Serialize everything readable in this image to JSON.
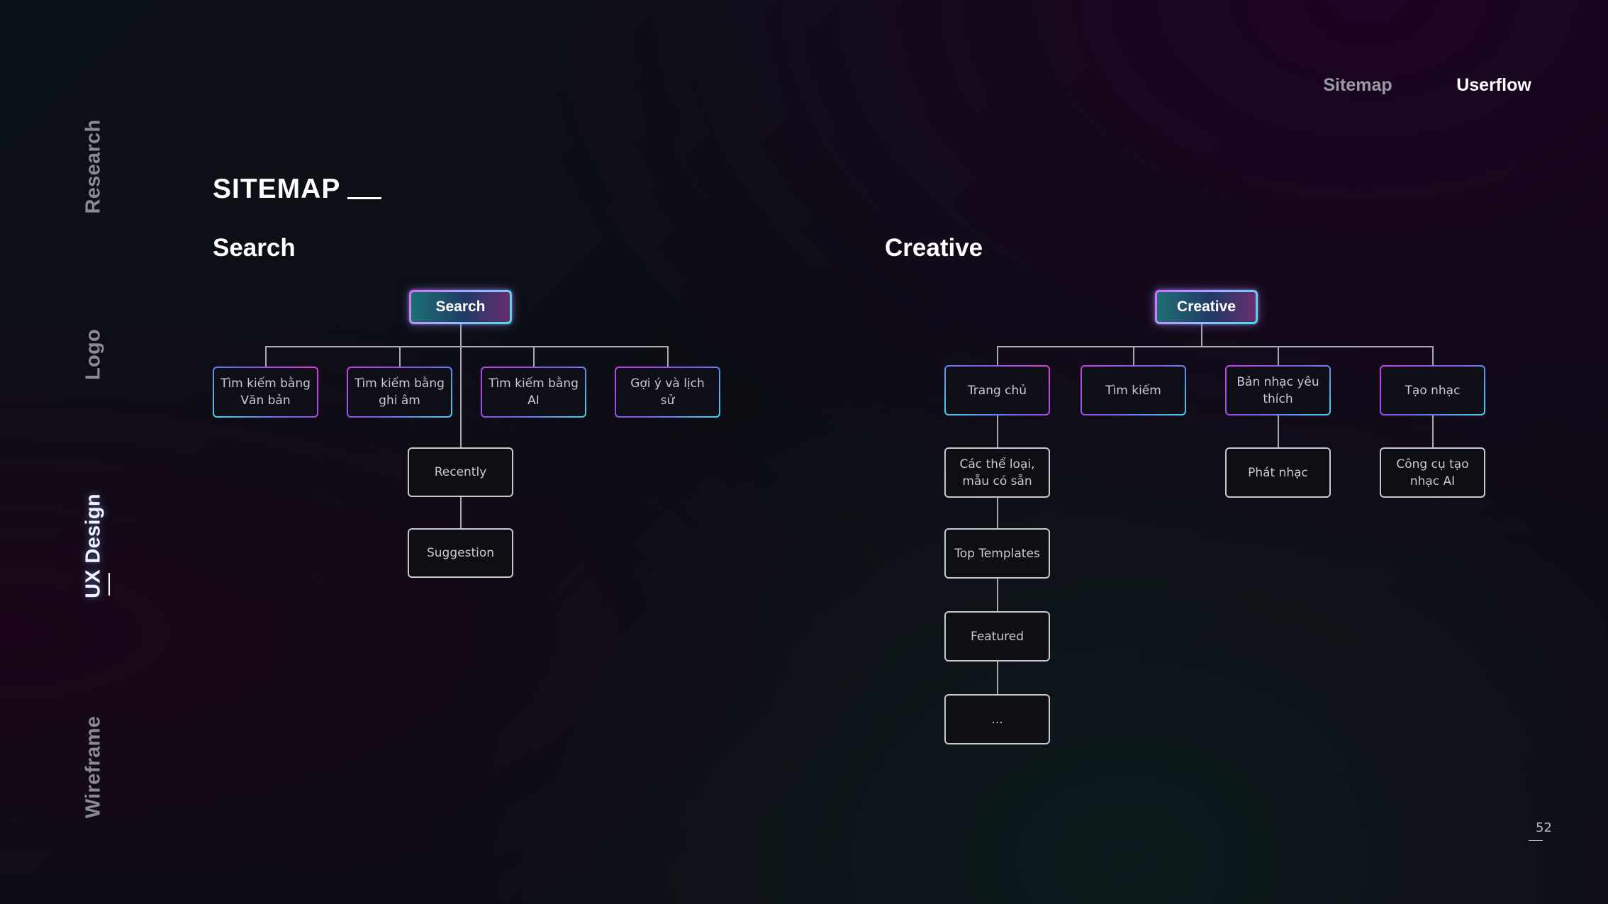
{
  "side_nav": {
    "items": [
      {
        "label": "Research"
      },
      {
        "label": "Logo"
      },
      {
        "label": "UX Design"
      },
      {
        "label": "Wireframe"
      }
    ]
  },
  "top_nav": {
    "sitemap": "Sitemap",
    "userflow": "Userflow"
  },
  "page_title": "SITEMAP",
  "search_section": {
    "title": "Search",
    "root": "Search",
    "children": [
      "Tìm kiếm bằng Văn bản",
      "Tìm kiếm bằng ghi âm",
      "Tìm kiếm bằng AI",
      "Gợi ý và lịch sử"
    ],
    "recently": "Recently",
    "suggestion": "Suggestion"
  },
  "creative_section": {
    "title": "Creative",
    "root": "Creative",
    "children": [
      "Trang chủ",
      "Tìm kiếm",
      "Bản nhạc yêu thích",
      "Tạo nhạc"
    ],
    "home_chain": [
      "Các thể loại, mẫu có sẵn",
      "Top Templates",
      "Featured",
      "..."
    ],
    "play_music": "Phát nhạc",
    "ai_tool": "Công cụ tạo nhạc AI"
  },
  "page_number": "52"
}
